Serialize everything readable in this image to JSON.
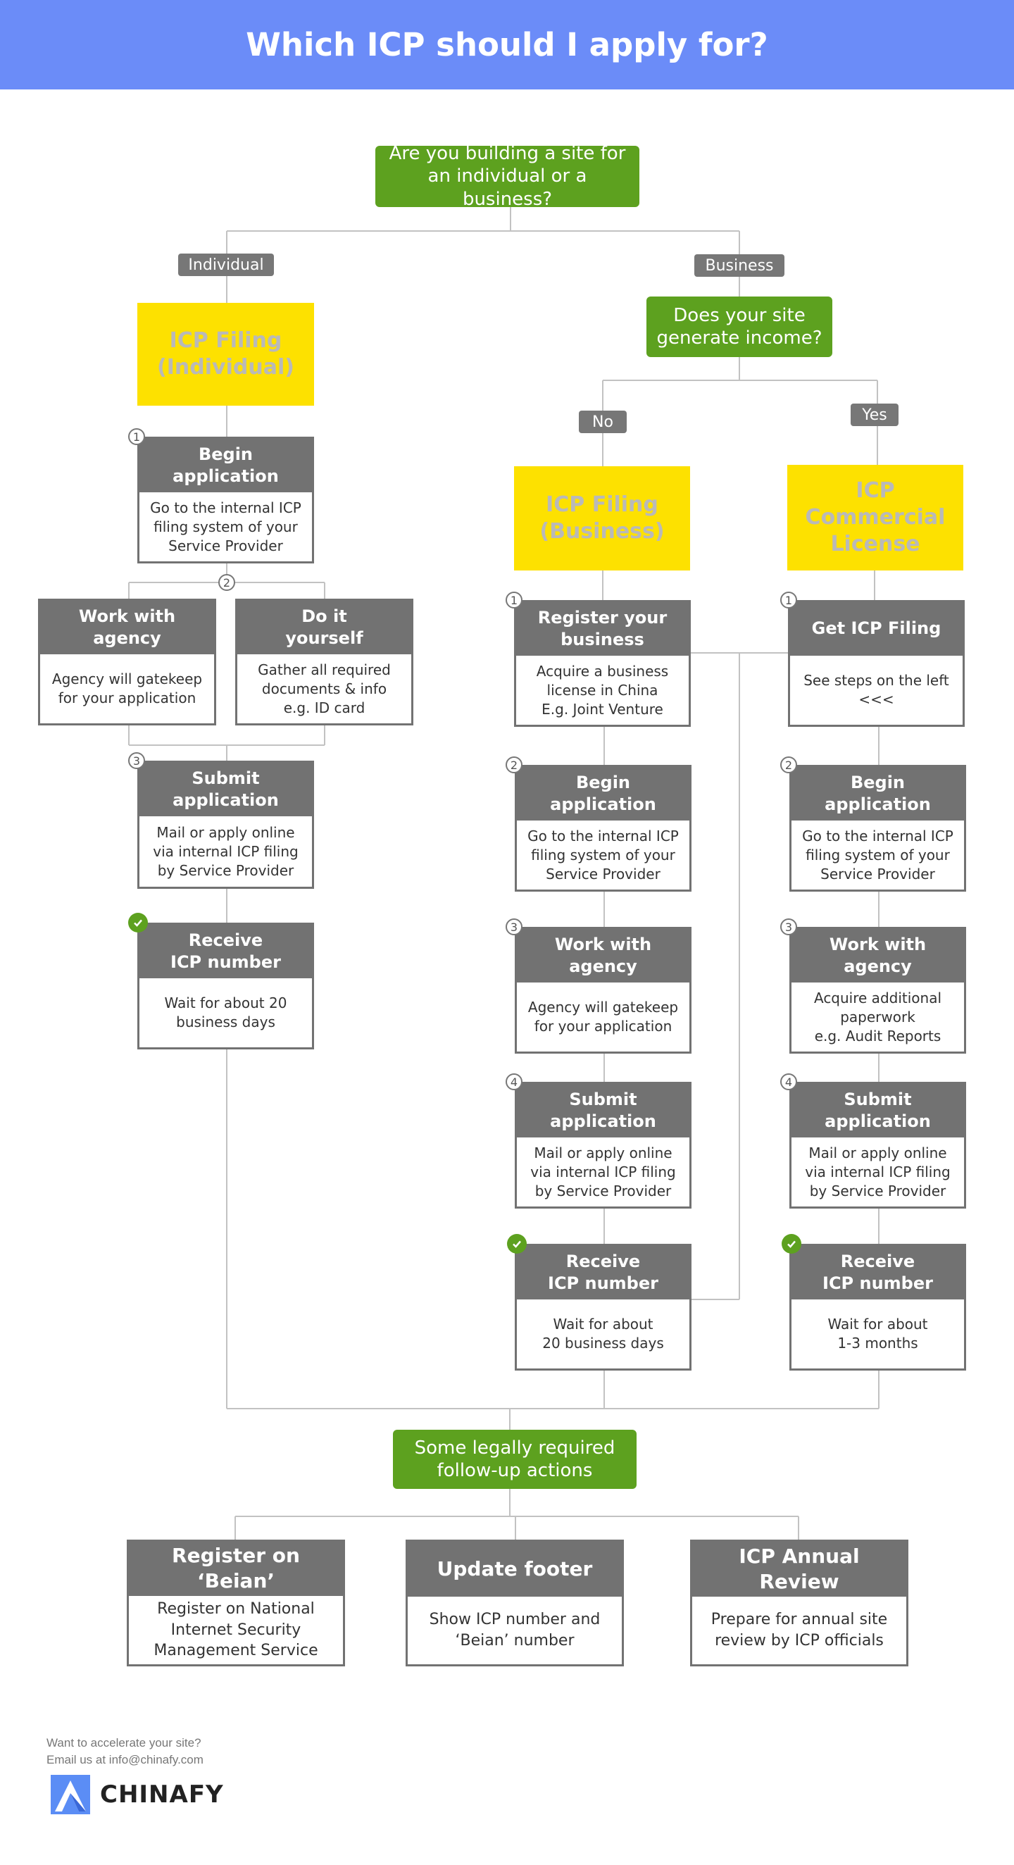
{
  "header": {
    "title": "Which ICP should I apply for?"
  },
  "start_question": "Are you building a site for\nan individual or a business?",
  "tags": {
    "individual": "Individual",
    "business": "Business",
    "no": "No",
    "yes": "Yes"
  },
  "income_question": "Does your site\ngenerate income?",
  "types": {
    "individual": "ICP Filing\n(Individual)",
    "business": "ICP Filing\n(Business)",
    "commercial": "ICP\nCommercial\nLicense"
  },
  "individual_steps": {
    "begin": {
      "num": "1",
      "title": "Begin\napplication",
      "body": "Go to the internal ICP\nfiling system of your\nService Provider"
    },
    "step2_num": "2",
    "agency": {
      "title": "Work with\nagency",
      "body": "Agency will gatekeep\nfor your application"
    },
    "diy": {
      "title": "Do it\nyourself",
      "body": "Gather all required\ndocuments & info\ne.g. ID card"
    },
    "submit": {
      "num": "3",
      "title": "Submit\napplication",
      "body": "Mail or apply online\nvia internal ICP filing\nby Service Provider"
    },
    "receive": {
      "title": "Receive\nICP number",
      "body": "Wait for about 20\nbusiness days"
    }
  },
  "business_steps": {
    "register": {
      "num": "1",
      "title": "Register your\nbusiness",
      "body": "Acquire a business\nlicense in China\nE.g. Joint Venture"
    },
    "begin": {
      "num": "2",
      "title": "Begin\napplication",
      "body": "Go to the internal ICP\nfiling system of your\nService Provider"
    },
    "agency": {
      "num": "3",
      "title": "Work with\nagency",
      "body": "Agency will gatekeep\nfor your application"
    },
    "submit": {
      "num": "4",
      "title": "Submit\napplication",
      "body": "Mail or apply online\nvia internal ICP filing\nby Service Provider"
    },
    "receive": {
      "title": "Receive\nICP number",
      "body": "Wait for about\n20 business days"
    }
  },
  "commercial_steps": {
    "filing": {
      "num": "1",
      "title": "Get ICP Filing",
      "body": "See steps on the left\n<<<"
    },
    "begin": {
      "num": "2",
      "title": "Begin\napplication",
      "body": "Go to the internal ICP\nfiling system of your\nService Provider"
    },
    "agency": {
      "num": "3",
      "title": "Work with\nagency",
      "body": "Acquire additional\npaperwork\ne.g. Audit Reports"
    },
    "submit": {
      "num": "4",
      "title": "Submit\napplication",
      "body": "Mail or apply online\nvia internal ICP filing\nby Service Provider"
    },
    "receive": {
      "title": "Receive\nICP number",
      "body": "Wait for about\n1-3 months"
    }
  },
  "followup": "Some legally required\nfollow-up actions",
  "actions": [
    {
      "title": "Register on ‘Beian’",
      "body": "Register on National\nInternet Security\nManagement Service"
    },
    {
      "title": "Update footer",
      "body": "Show ICP number and\n‘Beian’ number"
    },
    {
      "title": "ICP Annual Review",
      "body": "Prepare for annual site\nreview by ICP officials"
    }
  ],
  "footer": {
    "note": "Want to accelerate your site?\nEmail us at info@chinafy.com",
    "logo_text": "CHINAFY"
  },
  "colors": {
    "header": "#6b8cf8",
    "green": "#5da11f",
    "yellow": "#fde100",
    "gray": "#727272"
  }
}
